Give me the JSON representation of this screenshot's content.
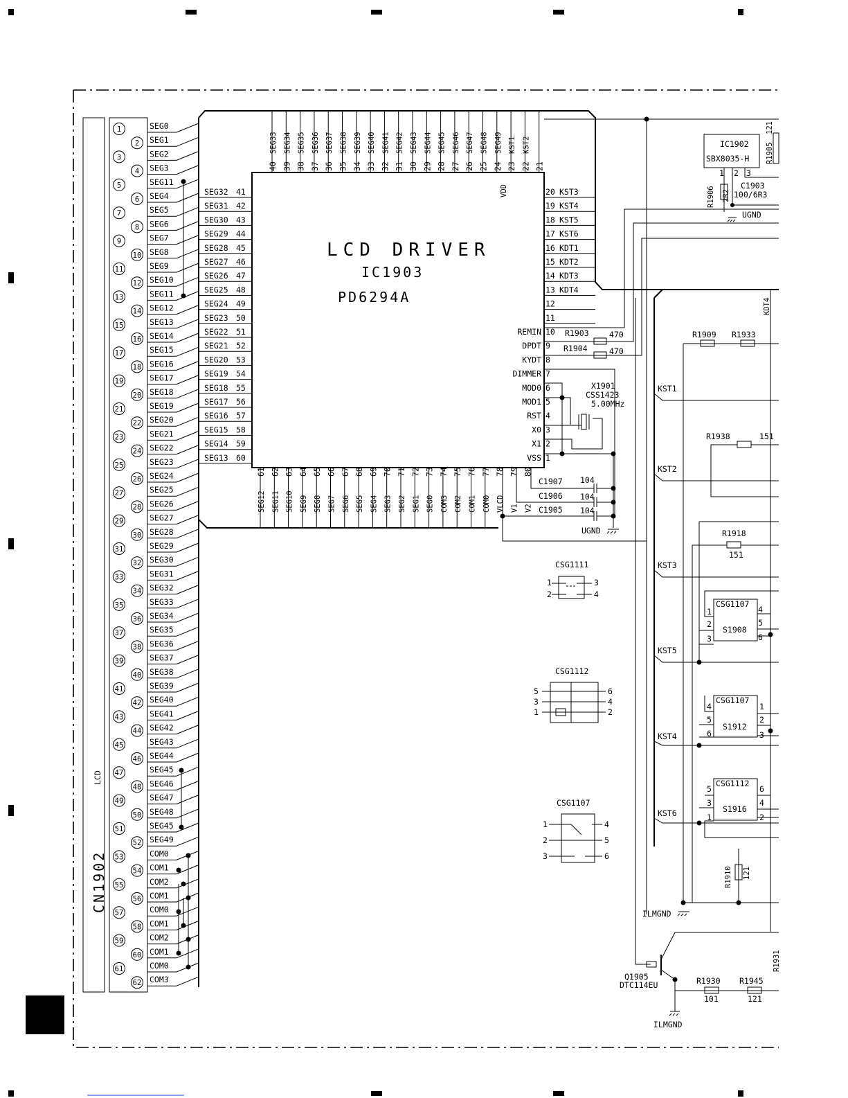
{
  "ic1903": {
    "title": "LCD DRIVER",
    "ref": "IC1903",
    "part": "PD6294A",
    "vdd": "VDD",
    "top_pins": [
      {
        "name": "SEG33",
        "num": "40"
      },
      {
        "name": "SEG34",
        "num": "39"
      },
      {
        "name": "SEG35",
        "num": "38"
      },
      {
        "name": "SEG36",
        "num": "37"
      },
      {
        "name": "SEG37",
        "num": "36"
      },
      {
        "name": "SEG38",
        "num": "35"
      },
      {
        "name": "SEG39",
        "num": "34"
      },
      {
        "name": "SEG40",
        "num": "33"
      },
      {
        "name": "SEG41",
        "num": "32"
      },
      {
        "name": "SEG42",
        "num": "31"
      },
      {
        "name": "SEG43",
        "num": "30"
      },
      {
        "name": "SEG44",
        "num": "29"
      },
      {
        "name": "SEG45",
        "num": "28"
      },
      {
        "name": "SEG46",
        "num": "27"
      },
      {
        "name": "SEG47",
        "num": "26"
      },
      {
        "name": "SEG48",
        "num": "25"
      },
      {
        "name": "SEG49",
        "num": "24"
      },
      {
        "name": "KST1",
        "num": "23"
      },
      {
        "name": "KST2",
        "num": "22"
      },
      {
        "name": "",
        "num": "21"
      }
    ],
    "left_pins": [
      {
        "name": "SEG32",
        "num": "41"
      },
      {
        "name": "SEG31",
        "num": "42"
      },
      {
        "name": "SEG30",
        "num": "43"
      },
      {
        "name": "SEG29",
        "num": "44"
      },
      {
        "name": "SEG28",
        "num": "45"
      },
      {
        "name": "SEG27",
        "num": "46"
      },
      {
        "name": "SEG26",
        "num": "47"
      },
      {
        "name": "SEG25",
        "num": "48"
      },
      {
        "name": "SEG24",
        "num": "49"
      },
      {
        "name": "SEG23",
        "num": "50"
      },
      {
        "name": "SEG22",
        "num": "51"
      },
      {
        "name": "SEG21",
        "num": "52"
      },
      {
        "name": "SEG20",
        "num": "53"
      },
      {
        "name": "SEG19",
        "num": "54"
      },
      {
        "name": "SEG18",
        "num": "55"
      },
      {
        "name": "SEG17",
        "num": "56"
      },
      {
        "name": "SEG16",
        "num": "57"
      },
      {
        "name": "SEG15",
        "num": "58"
      },
      {
        "name": "SEG14",
        "num": "59"
      },
      {
        "name": "SEG13",
        "num": "60"
      }
    ],
    "right_pins": [
      {
        "out": "KST3",
        "num": "20"
      },
      {
        "out": "KST4",
        "num": "19"
      },
      {
        "out": "KST5",
        "num": "18"
      },
      {
        "out": "KST6",
        "num": "17"
      },
      {
        "out": "KDT1",
        "num": "16"
      },
      {
        "out": "KDT2",
        "num": "15"
      },
      {
        "out": "KDT3",
        "num": "14"
      },
      {
        "out": "KDT4",
        "num": "13"
      },
      {
        "out": "",
        "num": "12"
      },
      {
        "out": "",
        "num": "11"
      },
      {
        "in": "REMIN",
        "num": "10"
      },
      {
        "in": "DPDT",
        "num": "9"
      },
      {
        "in": "KYDT",
        "num": "8"
      },
      {
        "in": "DIMMER",
        "num": "7"
      },
      {
        "in": "MOD0",
        "num": "6"
      },
      {
        "in": "MOD1",
        "num": "5"
      },
      {
        "in": "RST",
        "num": "4"
      },
      {
        "in": "X0",
        "num": "3"
      },
      {
        "in": "X1",
        "num": "2"
      },
      {
        "in": "VSS",
        "num": "1"
      }
    ],
    "bottom_pins": [
      {
        "name": "SEG12",
        "num": "61"
      },
      {
        "name": "SEG11",
        "num": "62"
      },
      {
        "name": "SEG10",
        "num": "63"
      },
      {
        "name": "SEG9",
        "num": "64"
      },
      {
        "name": "SEG8",
        "num": "65"
      },
      {
        "name": "SEG7",
        "num": "66"
      },
      {
        "name": "SEG6",
        "num": "67"
      },
      {
        "name": "SEG5",
        "num": "68"
      },
      {
        "name": "SEG4",
        "num": "69"
      },
      {
        "name": "SEG3",
        "num": "70"
      },
      {
        "name": "SEG2",
        "num": "71"
      },
      {
        "name": "SEG1",
        "num": "72"
      },
      {
        "name": "SEG0",
        "num": "73"
      },
      {
        "name": "COM3",
        "num": "74"
      },
      {
        "name": "COM2",
        "num": "75"
      },
      {
        "name": "COM1",
        "num": "76"
      },
      {
        "name": "COM0",
        "num": "77"
      },
      {
        "name": "VLCD",
        "num": "78"
      },
      {
        "name": "V1",
        "num": "79"
      },
      {
        "name": "V2",
        "num": "80"
      }
    ]
  },
  "cn1902": {
    "ref": "CN1902",
    "label": "LCD",
    "pins": [
      "SEG0",
      "SEG1",
      "SEG2",
      "SEG3",
      "SEG11",
      "SEG4",
      "SEG5",
      "SEG6",
      "SEG7",
      "SEG8",
      "SEG9",
      "SEG10",
      "SEG11",
      "SEG12",
      "SEG13",
      "SEG14",
      "SEG15",
      "SEG16",
      "SEG17",
      "SEG18",
      "SEG19",
      "SEG20",
      "SEG21",
      "SEG22",
      "SEG23",
      "SEG24",
      "SEG25",
      "SEG26",
      "SEG27",
      "SEG28",
      "SEG29",
      "SEG30",
      "SEG31",
      "SEG32",
      "SEG33",
      "SEG34",
      "SEG35",
      "SEG36",
      "SEG37",
      "SEG38",
      "SEG39",
      "SEG40",
      "SEG41",
      "SEG42",
      "SEG43",
      "SEG44",
      "SEG45",
      "SEG46",
      "SEG47",
      "SEG48",
      "SEG45",
      "SEG49",
      "COM0",
      "COM1",
      "COM2",
      "COM1",
      "COM0",
      "COM1",
      "COM2",
      "COM1",
      "COM0",
      "COM3"
    ]
  },
  "ic1902": {
    "ref": "IC1902",
    "part": "SBX8035-H",
    "pins": [
      "1",
      "2",
      "3"
    ]
  },
  "r1905": {
    "ref": "R1905",
    "value": "121"
  },
  "r1906": {
    "ref": "R1906",
    "value": "2R2"
  },
  "c1903": {
    "ref": "C1903",
    "value": "100/6R3"
  },
  "ugnd_top": "UGND",
  "r1903": {
    "ref": "R1903",
    "value": "470"
  },
  "r1904": {
    "ref": "R1904",
    "value": "470"
  },
  "x1901": {
    "ref": "X1901",
    "part": "CSS1423",
    "freq": "5.00MHz"
  },
  "caps": [
    {
      "ref": "C1907",
      "value": "104"
    },
    {
      "ref": "C1906",
      "value": "104"
    },
    {
      "ref": "C1905",
      "value": "104"
    }
  ],
  "ugnd_bottom": "UGND",
  "kdt4": "KDT4",
  "r1909": "R1909",
  "r1933": "R1933",
  "kst_labels": [
    "KST1",
    "KST2",
    "KST3",
    "KST5",
    "KST4",
    "KST6"
  ],
  "r1938": {
    "ref": "R1938",
    "value": "151"
  },
  "r1918": {
    "ref": "R1918",
    "value": "151"
  },
  "sw_s1908": {
    "part": "CSG1107",
    "ref": "S1908",
    "pins": [
      "1",
      "2",
      "3",
      "4",
      "5",
      "6"
    ]
  },
  "sw_s1912": {
    "part": "CSG1107",
    "ref": "S1912",
    "pins": [
      "4",
      "5",
      "6",
      "1",
      "2",
      "3"
    ]
  },
  "sw_s1916": {
    "part": "CSG1112",
    "ref": "S1916",
    "pins": [
      "5",
      "3",
      "1",
      "6",
      "4",
      "2"
    ]
  },
  "r1910": {
    "ref": "R1910",
    "value": "121"
  },
  "ilmgnd": "ILMGND",
  "q1905": {
    "ref": "Q1905",
    "part": "DTC114EU"
  },
  "r1930": {
    "ref": "R1930",
    "value": "101"
  },
  "r1945": {
    "ref": "R1945",
    "value": "121"
  },
  "r1931": "R1931",
  "legend_csg1111": {
    "title": "CSG1111",
    "pins": [
      "1",
      "2",
      "3",
      "4"
    ]
  },
  "legend_csg1112": {
    "title": "CSG1112",
    "pins": [
      "5",
      "3",
      "1",
      "6",
      "4",
      "2"
    ]
  },
  "legend_csg1107": {
    "title": "CSG1107",
    "pins": [
      "1",
      "2",
      "3",
      "4",
      "5",
      "6"
    ]
  }
}
